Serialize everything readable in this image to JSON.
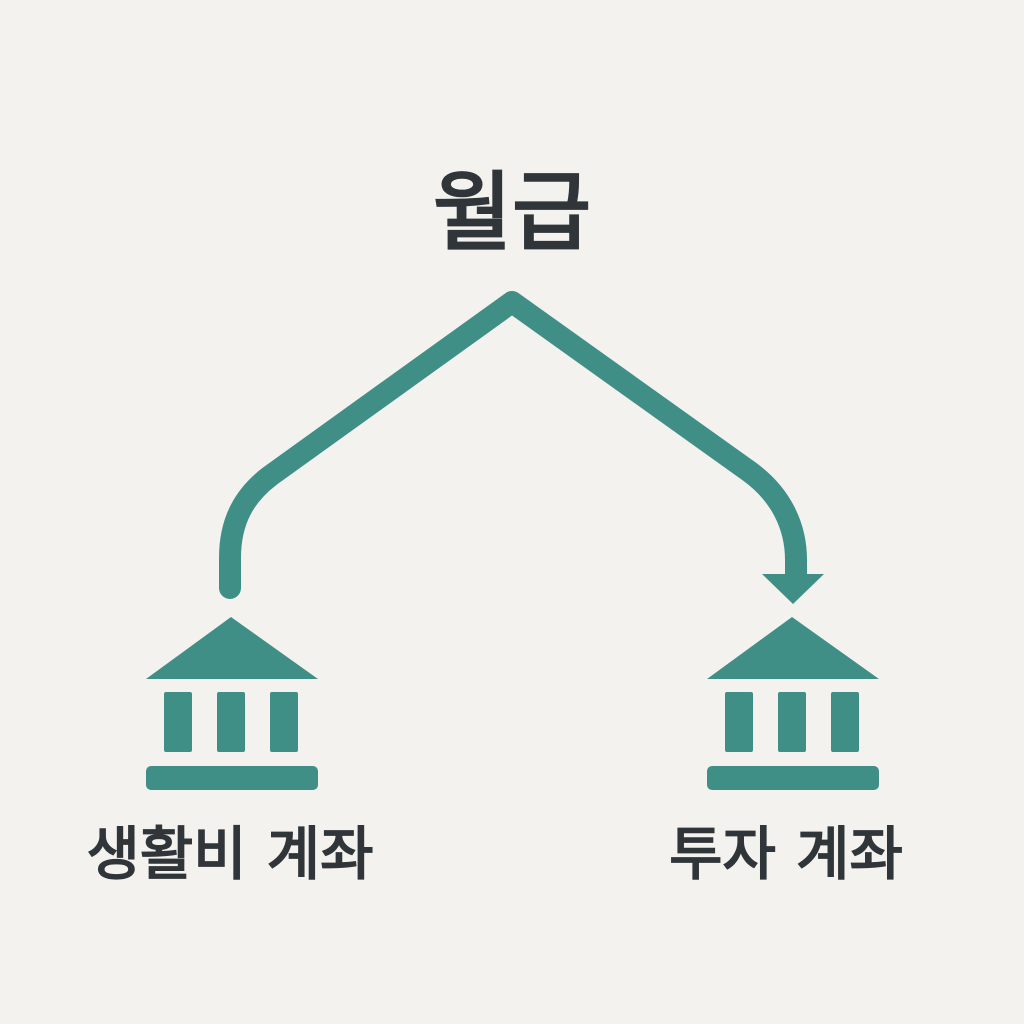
{
  "diagram": {
    "title": "월급",
    "left_account": {
      "label": "생활비 계좌",
      "icon": "bank-icon"
    },
    "right_account": {
      "label": "투자 계좌",
      "icon": "bank-icon"
    },
    "arrow": {
      "direction": "left-account-to-right-account",
      "passes_through": "title"
    }
  },
  "colors": {
    "background": "#f4f2ee",
    "accent": "#3f8f87",
    "text": "#2f3538"
  }
}
